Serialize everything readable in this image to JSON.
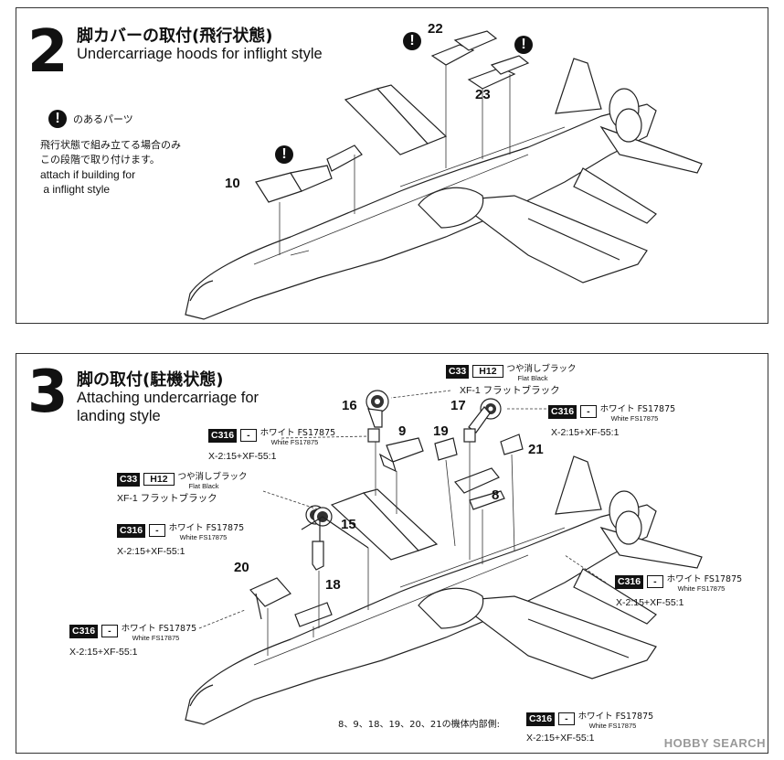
{
  "step2": {
    "number": "2",
    "title_jp": "脚カバーの取付(飛行状態)",
    "title_en": "Undercarriage hoods for inflight style",
    "warn_icon": "!",
    "warn_label": "のあるパーツ",
    "note_jp_1": "飛行状態で組み立てる場合のみ",
    "note_jp_2": "この段階で取り付けます。",
    "note_en_1": "attach if building for",
    "note_en_2": " a inflight style",
    "parts": [
      "10",
      "22",
      "23"
    ]
  },
  "step3": {
    "number": "3",
    "title_jp": "脚の取付(駐機状態)",
    "title_en_1": "Attaching undercarriage for",
    "title_en_2": "landing style",
    "parts": [
      "16",
      "17",
      "9",
      "19",
      "21",
      "8",
      "15",
      "20",
      "18"
    ],
    "paint_flat_black": {
      "code": "C33",
      "code2": "H12",
      "name_jp": "つや消しブラック",
      "name_en": "Flat Black",
      "mix": "XF-1 フラットブラック"
    },
    "paint_white": {
      "code": "C316",
      "code2": "-",
      "name_jp": "ホワイト FS17875",
      "name_en": "White FS17875",
      "mix": "X-2:15+XF-55:1"
    },
    "inner_label": "8、9、18、19、20、21の機体内部側:"
  },
  "watermark": "HOBBY SEARCH"
}
